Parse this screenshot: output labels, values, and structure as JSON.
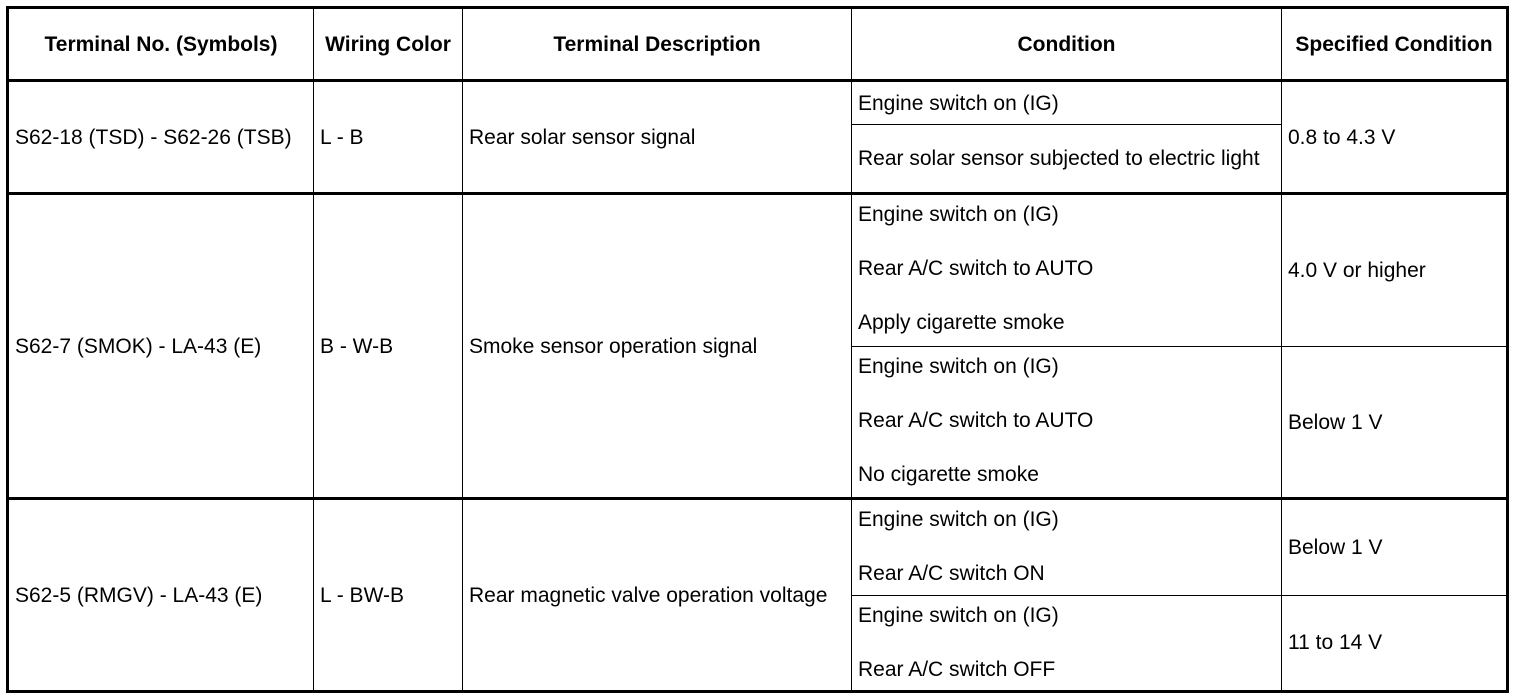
{
  "headers": {
    "terminal": "Terminal No. (Symbols)",
    "wiring": "Wiring Color",
    "description": "Terminal Description",
    "condition": "Condition",
    "specified": "Specified Condition"
  },
  "rows": [
    {
      "terminal": "S62-18 (TSD) - S62-26 (TSB)",
      "wiring": "L - B",
      "description": "Rear solar sensor signal",
      "conditions": [
        [
          "Engine switch on (IG)"
        ],
        [
          "Rear solar sensor subjected to electric light"
        ]
      ],
      "specified": [
        "0.8 to 4.3 V"
      ]
    },
    {
      "terminal": "S62-7 (SMOK) - LA-43 (E)",
      "wiring": "B - W-B",
      "description": "Smoke sensor operation signal",
      "conditions": [
        [
          "Engine switch on (IG)",
          "Rear A/C switch to AUTO",
          "Apply cigarette smoke"
        ],
        [
          "Engine switch on (IG)",
          "Rear A/C switch to AUTO",
          "No cigarette smoke"
        ]
      ],
      "specified": [
        "4.0 V or higher",
        "Below 1 V"
      ]
    },
    {
      "terminal": "S62-5 (RMGV) - LA-43 (E)",
      "wiring": "L - BW-B",
      "description": "Rear magnetic valve operation voltage",
      "conditions": [
        [
          "Engine switch on (IG)",
          "Rear A/C switch ON"
        ],
        [
          "Engine switch on (IG)",
          "Rear A/C switch OFF"
        ]
      ],
      "specified": [
        "Below 1 V",
        "11 to 14 V"
      ]
    }
  ]
}
